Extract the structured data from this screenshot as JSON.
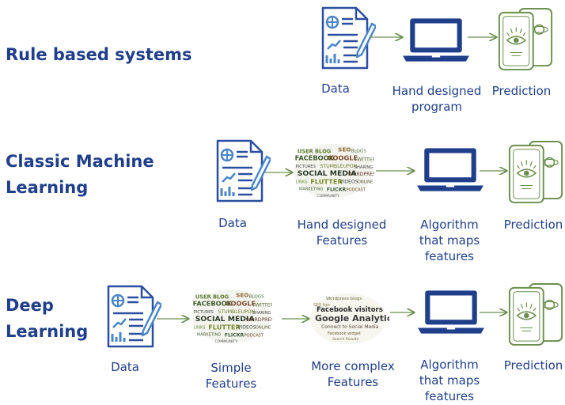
{
  "rows": [
    {
      "title_lines": [
        "Rule based systems"
      ],
      "captions": [
        "Data",
        "Hand designed program",
        "Prediction"
      ]
    },
    {
      "title_lines": [
        "Classic Machine",
        "Learning"
      ],
      "captions": [
        "Data",
        "Hand designed Features",
        "Algorithm that maps features",
        "Prediction"
      ]
    },
    {
      "title_lines": [
        "Deep",
        "Learning"
      ],
      "captions": [
        "Data",
        "Simple Features",
        "More complex Features",
        "Algorithm that maps features",
        "Prediction"
      ]
    }
  ],
  "caption_lines": {
    "r1": [
      [
        "Data"
      ],
      [
        "Hand designed",
        "program"
      ],
      [
        "Prediction"
      ]
    ],
    "r2": [
      [
        "Data"
      ],
      [
        "Hand designed",
        "Features"
      ],
      [
        "Algorithm",
        "that maps",
        "features"
      ],
      [
        "Prediction"
      ]
    ],
    "r3": [
      [
        "Data"
      ],
      [
        "Simple",
        "Features"
      ],
      [
        "More complex",
        "Features"
      ],
      [
        "Algorithm",
        "that maps",
        "features"
      ],
      [
        "Prediction"
      ]
    ]
  },
  "colors": {
    "accent": "#1f3f8a",
    "green": "#6b8e4e",
    "icon_blue": "#2b4fa0",
    "pen_blue": "#4a86c8"
  }
}
